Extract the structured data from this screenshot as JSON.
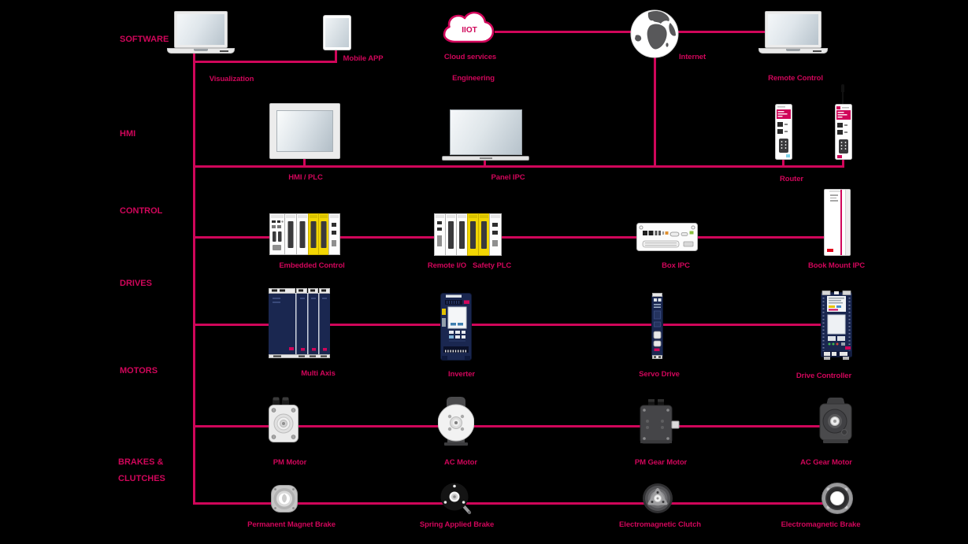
{
  "diagram": {
    "background": "#000000",
    "accent": "#d0065a",
    "safety_yellow": "#f2d603",
    "drive_navy": "#1a2750",
    "row_labels": [
      "SOFTWARE",
      "HMI",
      "CONTROL",
      "DRIVES",
      "MOTORS",
      "BRAKES & CLUTCHES"
    ],
    "software": {
      "visualization_label": "Visualization",
      "mobile_app_label": "Mobile APP",
      "cloud_badge": "IIOT",
      "cloud_services_label": "Cloud services",
      "engineering_label": "Engineering",
      "internet_label": "Internet",
      "remote_control_label": "Remote Control"
    },
    "hmi": {
      "hmi_plc_label": "HMI / PLC",
      "panel_ipc_label": "Panel IPC",
      "router_label": "Router"
    },
    "control": {
      "embedded_control_label": "Embedded Control",
      "remote_io_label": "Remote I/O",
      "safety_plc_label": "Safety PLC",
      "box_ipc_label": "Box IPC",
      "book_mount_ipc_label": "Book Mount IPC"
    },
    "drives": {
      "multi_axis_label": "Multi Axis",
      "inverter_label": "Inverter",
      "servo_drive_label": "Servo Drive",
      "drive_controller_label": "Drive Controller"
    },
    "motors": {
      "pm_motor_label": "PM Motor",
      "ac_motor_label": "AC Motor",
      "pm_gear_motor_label": "PM Gear Motor",
      "ac_gear_motor_label": "AC Gear Motor"
    },
    "brakes_clutches": {
      "permanent_magnet_brake_label": "Permanent Magnet Brake",
      "spring_applied_brake_label": "Spring Applied Brake",
      "electromagnetic_clutch_label": "Electromagnetic Clutch",
      "electromagnetic_brake_label": "Electromagnetic Brake"
    }
  }
}
